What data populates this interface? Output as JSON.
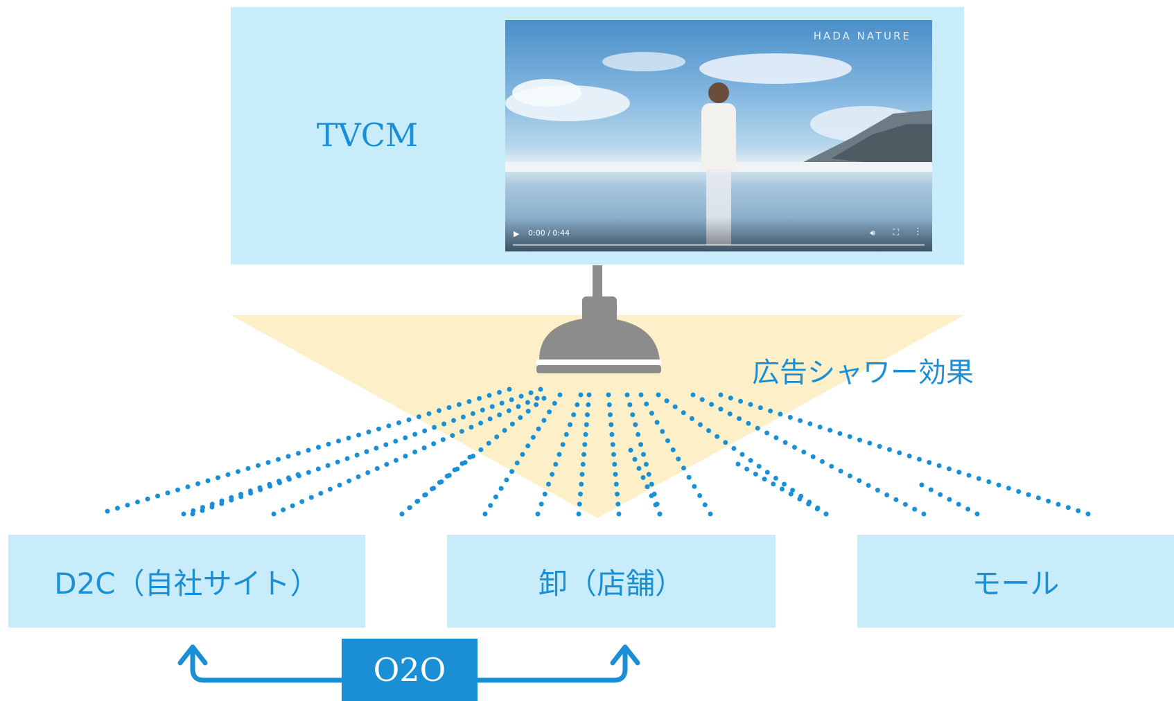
{
  "tvcm": {
    "label": "TVCM"
  },
  "video": {
    "brand": "HADA NATURE",
    "time": "0:00 / 0:44",
    "icons": {
      "play": "play-icon",
      "volume": "volume-icon",
      "fullscreen": "fullscreen-icon",
      "more": "more-vert-icon"
    }
  },
  "shower": {
    "label": "広告シャワー効果",
    "icon": "shower-head-icon"
  },
  "channels": {
    "d2c": "D2C（自社サイト）",
    "wholesale": "卸（店舗）",
    "mall": "モール"
  },
  "o2o": {
    "label": "O2O"
  },
  "colors": {
    "accent": "#1a8fd6",
    "panel": "#c9ecfb",
    "cone": "#fdf0c8",
    "shower": "#8c8c8c"
  }
}
